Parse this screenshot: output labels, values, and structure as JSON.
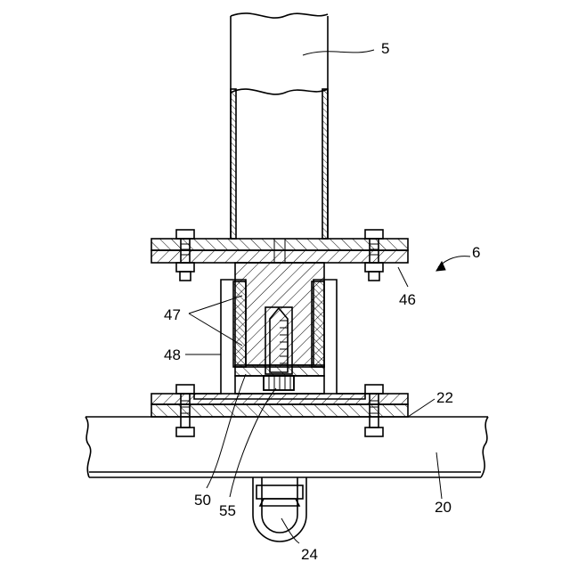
{
  "labels": {
    "l5": "5",
    "l6": "6",
    "l46": "46",
    "l47": "47",
    "l48": "48",
    "l22": "22",
    "l20": "20",
    "l50": "50",
    "l55": "55",
    "l24": "24"
  }
}
